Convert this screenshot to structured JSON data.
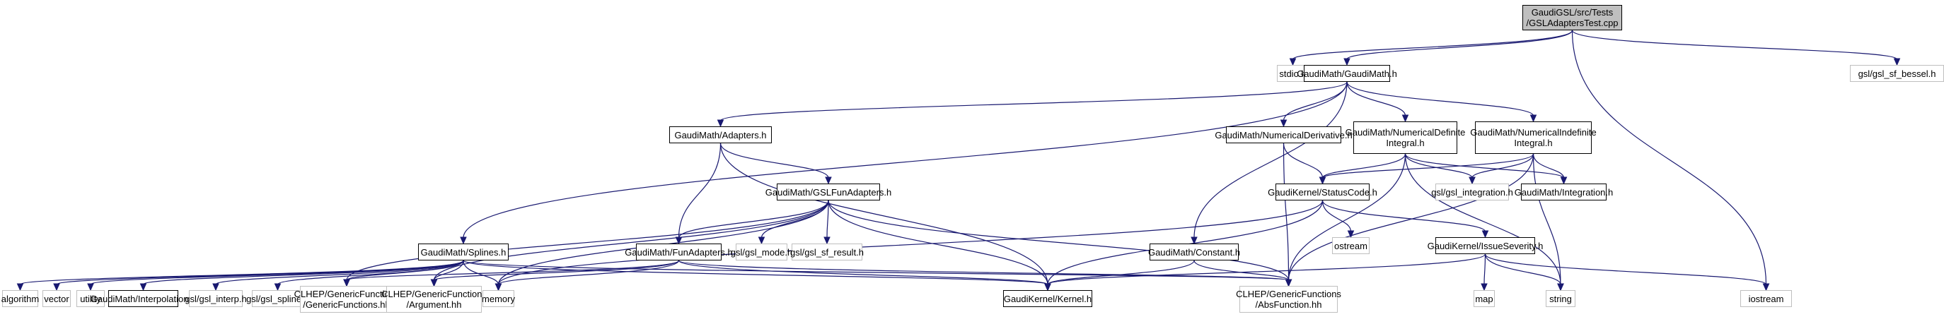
{
  "title": "Include dependency graph for GSLAdaptersTest.cpp",
  "colors": {
    "edge": "#191970",
    "root_fill": "#bfbfbf",
    "doc_border": "#000000",
    "ext_border": "#bfbfbf"
  },
  "nodes": [
    {
      "id": "root",
      "label": "GaudiGSL/src/Tests\n/GSLAdaptersTest.cpp",
      "kind": "root"
    },
    {
      "id": "stdio",
      "label": "stdio.h",
      "kind": "ext"
    },
    {
      "id": "gaudimath",
      "label": "GaudiMath/GaudiMath.h",
      "kind": "doc"
    },
    {
      "id": "bessel",
      "label": "gsl/gsl_sf_bessel.h",
      "kind": "ext"
    },
    {
      "id": "adapters",
      "label": "GaudiMath/Adapters.h",
      "kind": "doc"
    },
    {
      "id": "numderiv",
      "label": "GaudiMath/NumericalDerivative.h",
      "kind": "doc"
    },
    {
      "id": "numdef",
      "label": "GaudiMath/NumericalDefinite\nIntegral.h",
      "kind": "doc"
    },
    {
      "id": "numindef",
      "label": "GaudiMath/NumericalIndefinite\nIntegral.h",
      "kind": "doc"
    },
    {
      "id": "gslfun",
      "label": "GaudiMath/GSLFunAdapters.h",
      "kind": "doc"
    },
    {
      "id": "statuscode",
      "label": "GaudiKernel/StatusCode.h",
      "kind": "doc"
    },
    {
      "id": "gslint",
      "label": "gsl/gsl_integration.h",
      "kind": "ext"
    },
    {
      "id": "integration",
      "label": "GaudiMath/Integration.h",
      "kind": "doc"
    },
    {
      "id": "splines",
      "label": "GaudiMath/Splines.h",
      "kind": "doc"
    },
    {
      "id": "funadapters",
      "label": "GaudiMath/FunAdapters.h",
      "kind": "doc"
    },
    {
      "id": "gslmode",
      "label": "gsl/gsl_mode.h",
      "kind": "ext"
    },
    {
      "id": "gslsfresult",
      "label": "gsl/gsl_sf_result.h",
      "kind": "ext"
    },
    {
      "id": "constant",
      "label": "GaudiMath/Constant.h",
      "kind": "doc"
    },
    {
      "id": "ostream",
      "label": "ostream",
      "kind": "ext"
    },
    {
      "id": "issue",
      "label": "GaudiKernel/IssueSeverity.h",
      "kind": "doc"
    },
    {
      "id": "algorithm",
      "label": "algorithm",
      "kind": "ext"
    },
    {
      "id": "vector",
      "label": "vector",
      "kind": "ext"
    },
    {
      "id": "utility",
      "label": "utility",
      "kind": "ext"
    },
    {
      "id": "interpolation",
      "label": "GaudiMath/Interpolation.h",
      "kind": "doc"
    },
    {
      "id": "gslinterp",
      "label": "gsl/gsl_interp.h",
      "kind": "ext"
    },
    {
      "id": "gslspline",
      "label": "gsl/gsl_spline.h",
      "kind": "ext"
    },
    {
      "id": "genericfns",
      "label": "CLHEP/GenericFunctions\n/GenericFunctions.hh",
      "kind": "ext"
    },
    {
      "id": "argument",
      "label": "CLHEP/GenericFunctions\n/Argument.hh",
      "kind": "ext"
    },
    {
      "id": "memory",
      "label": "memory",
      "kind": "ext"
    },
    {
      "id": "kernel",
      "label": "GaudiKernel/Kernel.h",
      "kind": "doc"
    },
    {
      "id": "absfunction",
      "label": "CLHEP/GenericFunctions\n/AbsFunction.hh",
      "kind": "ext"
    },
    {
      "id": "map",
      "label": "map",
      "kind": "ext"
    },
    {
      "id": "string",
      "label": "string",
      "kind": "ext"
    },
    {
      "id": "iostream",
      "label": "iostream",
      "kind": "ext"
    }
  ],
  "edges": [
    [
      "root",
      "stdio"
    ],
    [
      "root",
      "gaudimath"
    ],
    [
      "root",
      "bessel"
    ],
    [
      "root",
      "iostream"
    ],
    [
      "gaudimath",
      "adapters"
    ],
    [
      "gaudimath",
      "numderiv"
    ],
    [
      "gaudimath",
      "numdef"
    ],
    [
      "gaudimath",
      "numindef"
    ],
    [
      "gaudimath",
      "splines"
    ],
    [
      "gaudimath",
      "constant"
    ],
    [
      "adapters",
      "gslfun"
    ],
    [
      "adapters",
      "funadapters"
    ],
    [
      "adapters",
      "kernel"
    ],
    [
      "numderiv",
      "statuscode"
    ],
    [
      "numderiv",
      "absfunction"
    ],
    [
      "numdef",
      "statuscode"
    ],
    [
      "numdef",
      "gslint"
    ],
    [
      "numdef",
      "integration"
    ],
    [
      "numdef",
      "string"
    ],
    [
      "numdef",
      "absfunction"
    ],
    [
      "numindef",
      "statuscode"
    ],
    [
      "numindef",
      "gslint"
    ],
    [
      "numindef",
      "integration"
    ],
    [
      "numindef",
      "string"
    ],
    [
      "numindef",
      "absfunction"
    ],
    [
      "gslfun",
      "funadapters"
    ],
    [
      "gslfun",
      "gslmode"
    ],
    [
      "gslfun",
      "gslsfresult"
    ],
    [
      "gslfun",
      "memory"
    ],
    [
      "gslfun",
      "kernel"
    ],
    [
      "gslfun",
      "genericfns"
    ],
    [
      "gslfun",
      "argument"
    ],
    [
      "gslfun",
      "absfunction"
    ],
    [
      "statuscode",
      "ostream"
    ],
    [
      "statuscode",
      "issue"
    ],
    [
      "statuscode",
      "kernel"
    ],
    [
      "statuscode",
      "memory"
    ],
    [
      "issue",
      "map"
    ],
    [
      "issue",
      "string"
    ],
    [
      "issue",
      "iostream"
    ],
    [
      "issue",
      "kernel"
    ],
    [
      "splines",
      "algorithm"
    ],
    [
      "splines",
      "vector"
    ],
    [
      "splines",
      "utility"
    ],
    [
      "splines",
      "interpolation"
    ],
    [
      "splines",
      "gslinterp"
    ],
    [
      "splines",
      "gslspline"
    ],
    [
      "splines",
      "genericfns"
    ],
    [
      "splines",
      "argument"
    ],
    [
      "splines",
      "memory"
    ],
    [
      "splines",
      "kernel"
    ],
    [
      "splines",
      "absfunction"
    ],
    [
      "funadapters",
      "genericfns"
    ],
    [
      "funadapters",
      "argument"
    ],
    [
      "funadapters",
      "memory"
    ],
    [
      "funadapters",
      "kernel"
    ],
    [
      "funadapters",
      "absfunction"
    ],
    [
      "constant",
      "kernel"
    ],
    [
      "constant",
      "absfunction"
    ]
  ]
}
